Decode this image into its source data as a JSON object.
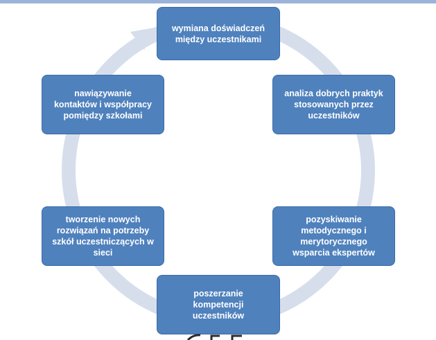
{
  "colors": {
    "node_fill": "#4f81bd",
    "node_border": "#3a6aa8",
    "ring": "#d6deec",
    "node_text": "#ffffff",
    "top_rule": "#9bb3d9"
  },
  "cycle": {
    "nodes": [
      {
        "id": "n1",
        "label": "wymiana doświadczeń\nmiędzy uczestnikami"
      },
      {
        "id": "n2",
        "label": "analiza dobrych praktyk\nstosowanych przez\nuczestników"
      },
      {
        "id": "n3",
        "label": "pozyskiwanie\nmetodycznego i\nmerytorycznego\nwsparcia ekspertów"
      },
      {
        "id": "n4",
        "label": "poszerzanie\nkompetencji\nuczestników"
      },
      {
        "id": "n5",
        "label": "tworzenie nowych\nrozwiązań na potrzeby\nszkół uczestniczących w\nsieci"
      },
      {
        "id": "n6",
        "label": "nawiązywanie\nkontaktów i współpracy\npomiędzy szkołami"
      }
    ]
  }
}
